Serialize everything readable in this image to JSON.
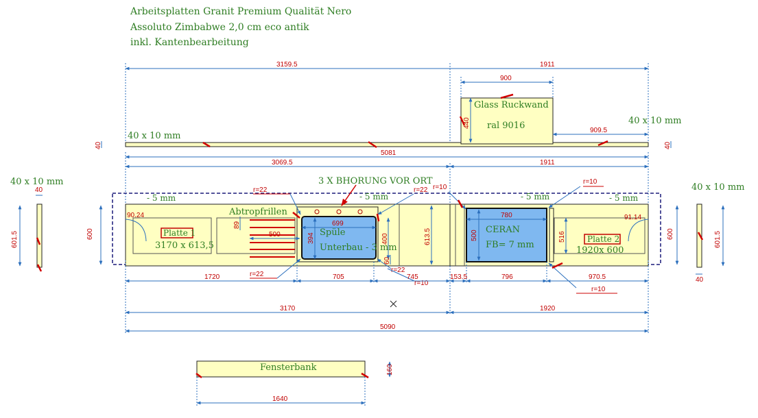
{
  "header": {
    "line1": "Arbeitsplatten Granit Premium Qualität Nero",
    "line2": "Assoluto Zimbabwe 2,0 cm eco antik",
    "line3": "inkl. Kantenbearbeitung"
  },
  "labels": {
    "edge_left_top": "40 x 10 mm",
    "edge_right_top": "40 x 10 mm",
    "edge_left_side": "40 x 10 mm",
    "edge_right_side": "40 x 10 mm",
    "glass": "Glass Ruckwand",
    "ral": "ral 9016",
    "bohrung": "3 X  BHORUNG VOR ORT",
    "abtropf": "Abtropfrillen",
    "spuele": "Spüle",
    "unterbau": "Unterbau - 3 mm",
    "ceran": "CERAN",
    "fb": "FB= 7 mm",
    "platte1": "Platte 1",
    "platte1_size": "3170  x 613,5",
    "platte2": "Platte 2",
    "platte2_size": "1920x 600",
    "fensterbank": "Fensterbank",
    "m5_a": "- 5 mm",
    "m5_b": "- 5 mm",
    "m5_c": "- 5 mm",
    "m5_d": "- 5 mm"
  },
  "dims": {
    "d3159_5": "3159.5",
    "d1911a": "1911",
    "d900": "900",
    "d440": "440",
    "d909_5": "909.5",
    "d40a": "40",
    "d40b": "40",
    "d5081": "5081",
    "d3069_5": "3069.5",
    "d1911b": "1911",
    "d40c": "40",
    "d601_5a": "601.5",
    "d600a": "600",
    "d90_24": "90.24",
    "d89": "89",
    "d500a": "500",
    "d699": "699",
    "d394": "394",
    "d400": "400",
    "d613_5": "613.5",
    "d60": "60",
    "d780": "780",
    "d500b": "500",
    "d516": "516",
    "d91_14": "91.14",
    "d600b": "600",
    "d601_5b": "601.5",
    "d40d": "40",
    "d1720": "1720",
    "d705": "705",
    "d745": "745",
    "d153_5": "153.5",
    "d796": "796",
    "d970_5": "970.5",
    "d3170": "3170",
    "d1920": "1920",
    "d5090": "5090",
    "d160": "160",
    "d1640": "1640",
    "r22a": "r=22",
    "r22b": "r=22",
    "r10a": "r=10",
    "r10b": "r=10",
    "r22c": "r=22",
    "r22d": "r=22",
    "r10c": "r=10",
    "r10d": "r=10"
  }
}
